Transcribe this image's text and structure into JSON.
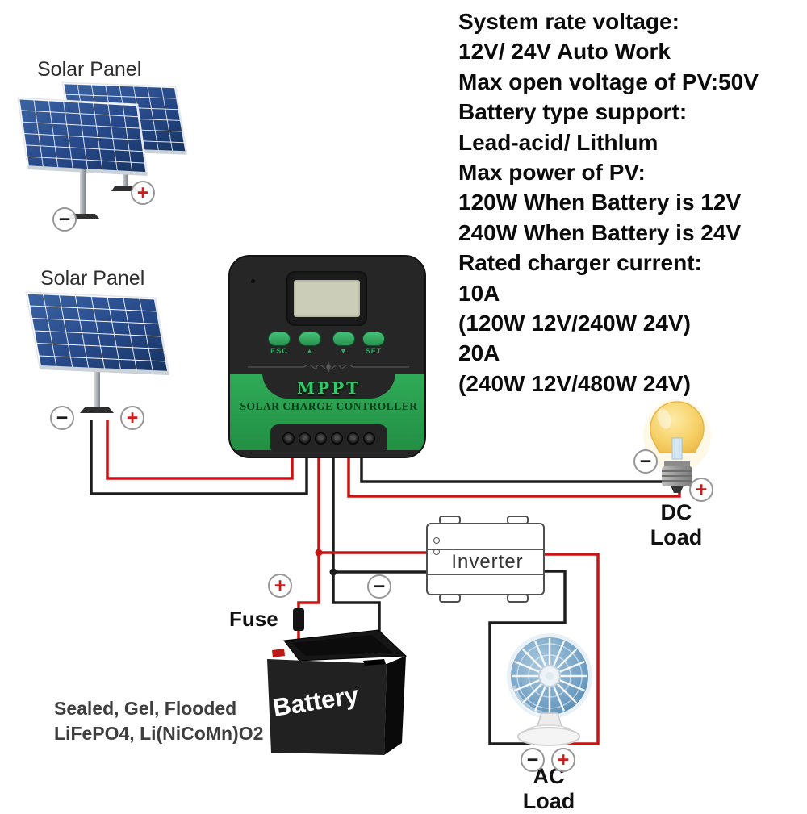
{
  "diagram": {
    "solar_panel_top_label": "Solar Panel",
    "solar_panel_mid_label": "Solar Panel",
    "fuse_label": "Fuse",
    "battery_label": "Battery",
    "inverter_label": "Inverter",
    "dc_load_label": "DC Load",
    "ac_load_label": "AC Load",
    "battery_support_lines": [
      "Sealed, Gel, Flooded",
      "LiFePO4, Li(NiCoMn)O2"
    ]
  },
  "controller": {
    "brand": "MPPT",
    "title": "SOLAR CHARGE CONTROLLER",
    "buttons": [
      "ESC",
      "▲",
      "▼",
      "SET"
    ]
  },
  "specs": {
    "lines": [
      "System rate voltage:",
      "12V/ 24V Auto Work",
      "Max open voltage of PV:50V",
      "Battery type support:",
      "Lead-acid/ Lithlum",
      "Max power of PV:",
      "120W When Battery is 12V",
      "240W When Battery is 24V",
      "Rated charger current:",
      "10A",
      "(120W 12V/240W 24V)",
      "20A",
      "(240W 12V/480W 24V)"
    ]
  },
  "symbols": {
    "plus": "+",
    "minus": "−"
  },
  "colors": {
    "positive_wire": "#c91414",
    "negative_wire": "#1d1d1d",
    "controller_green": "#2ba353",
    "panel_blue": "#27498a",
    "plus_red": "#cc1d1d"
  }
}
